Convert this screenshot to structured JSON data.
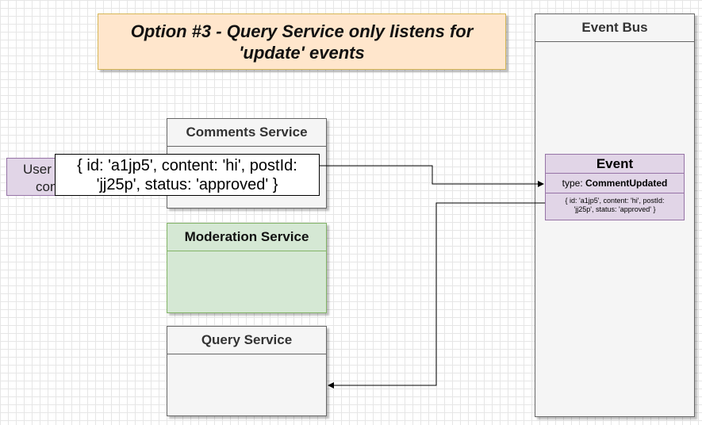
{
  "title": "Option #3 - Query Service only listens for 'update' events",
  "services": {
    "comments": "Comments Service",
    "moderation": "Moderation Service",
    "query": "Query Service",
    "event_bus": "Event Bus"
  },
  "user_box": {
    "line1": "User",
    "line2": "con"
  },
  "payload": {
    "line1": "{ id: 'a1jp5', content: 'hi', postId:",
    "line2": "'jj25p', status: 'approved' }"
  },
  "event": {
    "header": "Event",
    "type_label": "type:",
    "type_value": "CommentUpdated",
    "data_line1": "{ id: 'a1jp5', content: 'hi', postId:",
    "data_line2": "'jj25p', status: 'approved' }"
  },
  "colors": {
    "title_fill": "#ffe6cc",
    "title_border": "#d6b656",
    "moderation_fill": "#d5e8d4",
    "event_fill": "#e1d5e7",
    "service_fill": "#f5f5f5"
  }
}
